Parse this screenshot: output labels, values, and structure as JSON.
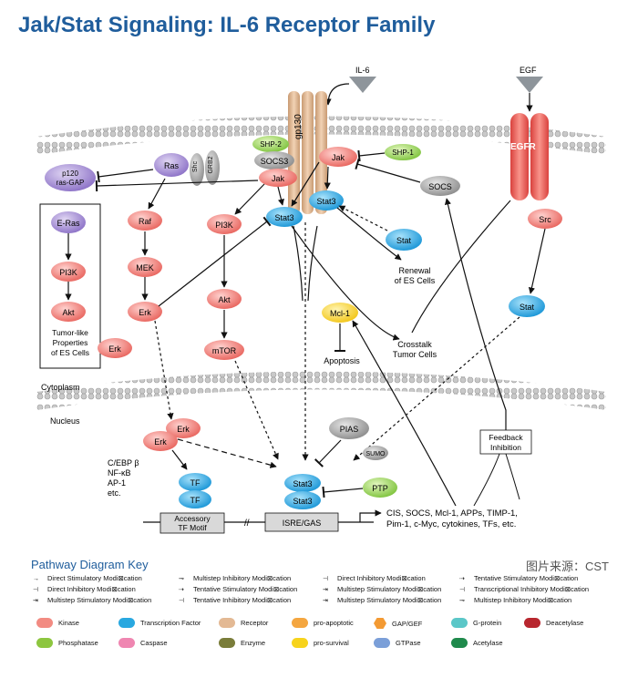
{
  "title": "Jak/Stat Signaling: IL-6 Receptor Family",
  "source_caption": "图片来源：CST",
  "key_title": "Pathway Diagram Key",
  "diagram": {
    "ligands": {
      "il6": "IL-6",
      "egf": "EGF"
    },
    "receptors": {
      "gp130": "gp130",
      "egfr": "EGFR"
    },
    "nodes": {
      "shp2": "SHP-2",
      "socs3": "SOCS3",
      "jak_left": "Jak",
      "jak_right": "Jak",
      "shp1": "SHP-1",
      "ras": "Ras",
      "shc": "Shc",
      "grb2": "GRB2",
      "p120_line1": "p120",
      "p120_line2": "ras-GAP",
      "stat3_a": "Stat3",
      "stat3_b": "Stat3",
      "stat_mid": "Stat",
      "socs": "SOCS",
      "src": "Src",
      "stat_right": "Stat",
      "eras": "E-Ras",
      "pi3k_box": "PI3K",
      "akt_box": "Akt",
      "raf": "Raf",
      "mek": "MEK",
      "erk1": "Erk",
      "erk2": "Erk",
      "pi3k": "PI3K",
      "akt": "Akt",
      "mtor": "mTOR",
      "mcl1": "Mcl-1",
      "erk_n1": "Erk",
      "erk_n2": "Erk",
      "tf1": "TF",
      "tf2": "TF",
      "stat3_n1": "Stat3",
      "stat3_n2": "Stat3",
      "pias": "PIAS",
      "sumo": "SUMO",
      "ptp": "PTP"
    },
    "labels": {
      "tumor_like": [
        "Tumor-like",
        "Properties",
        "of ES Cells"
      ],
      "renewal": [
        "Renewal",
        "of ES Cells"
      ],
      "apoptosis": "Apoptosis",
      "crosstalk": [
        "Crosstalk",
        "Tumor Cells"
      ],
      "cytoplasm": "Cytoplasm",
      "nucleus": "Nucleus",
      "feedback": [
        "Feedback",
        "Inhibition"
      ],
      "cebp": [
        "C/EBP β",
        "NF-κB",
        "AP-1",
        "etc."
      ],
      "accessory": [
        "Accessory",
        "TF Motif"
      ],
      "isre": "ISRE/GAS",
      "targets": [
        "CIS, SOCS, Mcl-1, APPs, TIMP-1,",
        "Pim-1, c-Myc, cytokines, TFs, etc."
      ]
    }
  },
  "key_lines": [
    {
      "arrow": "→",
      "label": "Direct Stimulatory Modi⊠cation"
    },
    {
      "arrow": "⊸",
      "label": "Multistep Inhibitory Modi⊠cation"
    },
    {
      "arrow": "⊣",
      "label": "Direct Inhibitory Modi⊠cation"
    },
    {
      "arrow": "⇢",
      "label": "Tentative Stimulatory Modi⊠cation"
    },
    {
      "arrow": "⊣",
      "label": "Direct Inhibitory Modi⊠cation"
    },
    {
      "arrow": "⇢",
      "label": "Tentative Stimulatory Modi⊠cation"
    },
    {
      "arrow": "⇥",
      "label": "Multistep Stimulatory Modi⊠cation"
    },
    {
      "arrow": "⊣",
      "label": "Transcriptional Inhibitory Modi⊠cation"
    },
    {
      "arrow": "⇥",
      "label": "Multistep Stimulatory Modi⊠cation"
    },
    {
      "arrow": "⊣",
      "label": "Tentative Inhibitory Modi⊠cation"
    },
    {
      "arrow": "⇥",
      "label": "Multistep Stimulatory Modi⊠cation"
    },
    {
      "arrow": "⊸",
      "label": "Multistep Inhibitory Modi⊠cation"
    }
  ],
  "legend": [
    {
      "label": "Kinase",
      "color": "#f28b82"
    },
    {
      "label": "Transcription Factor",
      "color": "#29a8e0"
    },
    {
      "label": "Receptor",
      "color": "#e3b994"
    },
    {
      "label": "pro-apoptotic",
      "color": "#f4a640"
    },
    {
      "label": "GAP/GEF",
      "color": "#f39a33"
    },
    {
      "label": "G-protein",
      "color": "#5bc7c8"
    },
    {
      "label": "Deacetylase",
      "color": "#b8262e"
    },
    {
      "label": "Phosphatase",
      "color": "#8dc63f"
    },
    {
      "label": "Caspase",
      "color": "#ef86b1"
    },
    {
      "label": "Enzyme",
      "color": "#7a7d3a"
    },
    {
      "label": "pro-survival",
      "color": "#f7d31c"
    },
    {
      "label": "GTPase",
      "color": "#7b9fd8"
    },
    {
      "label": "Acetylase",
      "color": "#1f8a4c"
    }
  ]
}
